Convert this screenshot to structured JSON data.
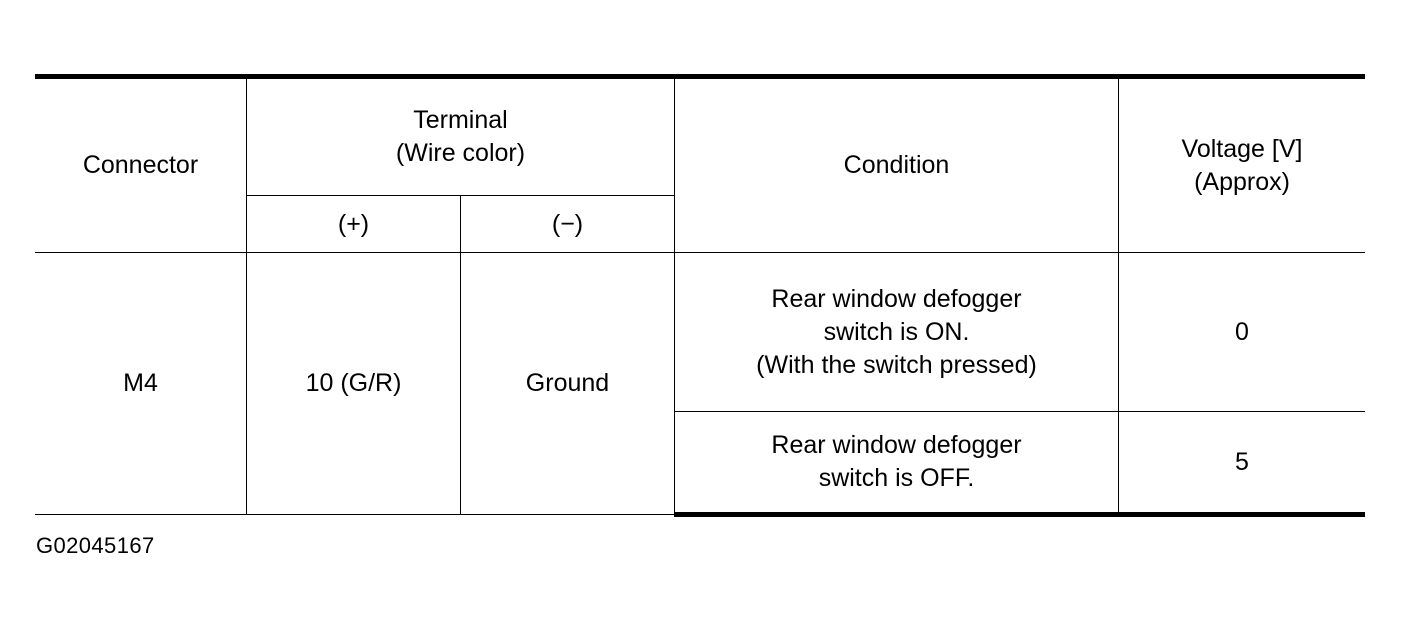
{
  "document": {
    "caption": "G02045167"
  },
  "table": {
    "headers": {
      "connector": "Connector",
      "terminal_line1": "Terminal",
      "terminal_line2": "(Wire color)",
      "positive": "(+)",
      "negative": "(−)",
      "condition": "Condition",
      "voltage_line1": "Voltage [V]",
      "voltage_line2": "(Approx)"
    },
    "rows": [
      {
        "connector": "M4",
        "terminal_positive": "10 (G/R)",
        "terminal_negative": "Ground",
        "condition_lines": [
          "Rear window defogger",
          "switch is ON.",
          "(With the switch pressed)"
        ],
        "voltage": "0"
      },
      {
        "condition_lines": [
          "Rear window defogger",
          "switch is OFF."
        ],
        "voltage": "5"
      }
    ]
  },
  "style": {
    "rule_color": "#000000",
    "background": "#ffffff"
  }
}
